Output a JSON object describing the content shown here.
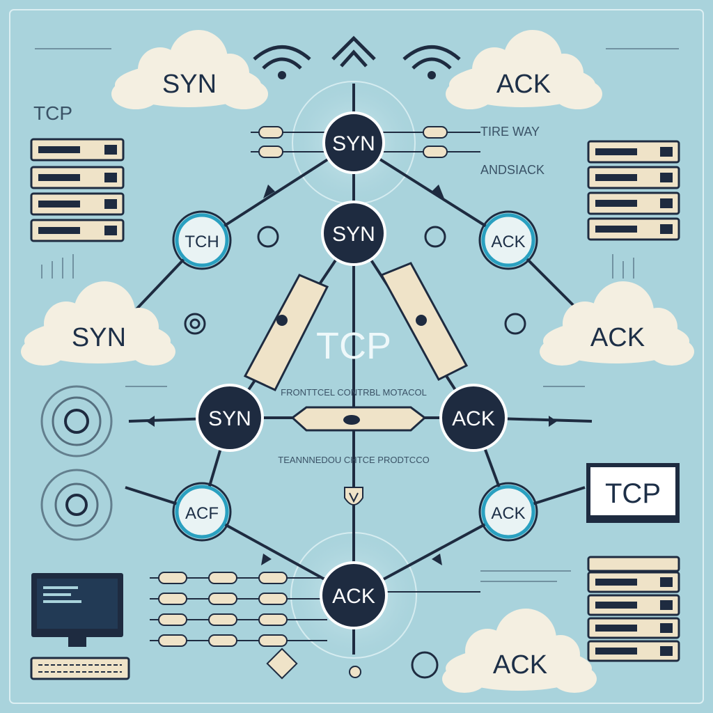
{
  "colors": {
    "background": "#a9d3dc",
    "node_dark": "#1e2b40",
    "node_ring": "#ffffff",
    "small_node_fill": "#e9f3f4",
    "small_node_ring": "#2aa0c0",
    "line": "#1e2b40",
    "cloud": "#f4efe1",
    "accent_beige": "#efe3c8"
  },
  "clouds": {
    "top_left": "SYN",
    "top_right": "ACK",
    "mid_left": "SYN",
    "mid_right": "ACK",
    "bottom_right": "ACK"
  },
  "nodes": {
    "top": "SYN",
    "upper_center": "SYN",
    "left": "SYN",
    "right": "ACK",
    "bottom": "ACK"
  },
  "small_nodes": {
    "upper_left": "TCH",
    "upper_right": "ACK",
    "lower_left": "ACF",
    "lower_right": "ACK"
  },
  "center": {
    "title": "TCP",
    "subtitle": "FRONTTCEL CONTRBL MOTACOL",
    "caption": "TEANNNEDOU CHTCE PRODTCCO"
  },
  "annotation": {
    "line1": "TIRE WAY",
    "line2": "ANDSIACK"
  },
  "side_labels": {
    "top_left_heading": "TCP",
    "tcp_box": "TCP"
  },
  "icons": [
    "wifi-icon",
    "server-rack-icon",
    "computer-monitor-icon",
    "keyboard-icon",
    "target-icon",
    "gear-icon"
  ]
}
